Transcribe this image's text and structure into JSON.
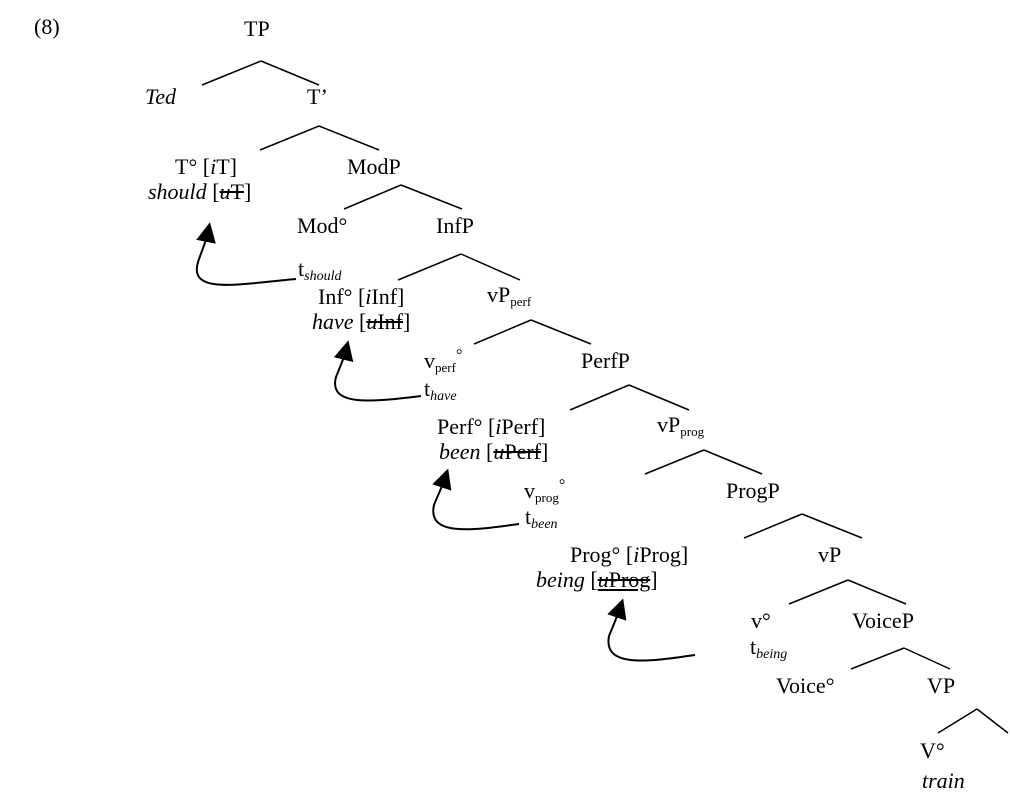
{
  "example_number": "(8)",
  "nodes": {
    "tp": "TP",
    "ted": "Ted",
    "tbar": "T’",
    "t_head": "T° [",
    "t_i": "i",
    "t_feat": "T]",
    "should": "should",
    "should_u": "u",
    "should_ufeat": "T",
    "modp": "ModP",
    "mod_head": "Mod°",
    "infp": "InfP",
    "trace_t": "t",
    "trace_should": "should",
    "inf_head": "Inf° [",
    "inf_i": "i",
    "inf_feat": "Inf]",
    "have": "have",
    "have_u": "u",
    "have_ufeat": "Inf",
    "vp_perf_v": "vP",
    "vp_perf_sub": "perf",
    "v_perf_v": "v",
    "v_perf_sub": "perf",
    "v_perf_deg": "°",
    "trace_have": "have",
    "perfp": "PerfP",
    "perf_head": "Perf° [",
    "perf_i": "i",
    "perf_feat": "Perf]",
    "been": "been",
    "been_u": "u",
    "been_ufeat": "Perf",
    "vp_prog_v": "vP",
    "vp_prog_sub": "prog",
    "v_prog_v": "v",
    "v_prog_sub": "prog",
    "v_prog_deg": "°",
    "trace_been": "been",
    "progp": "ProgP",
    "prog_head": "Prog° [",
    "prog_i": "i",
    "prog_feat": "Prog]",
    "being": "being",
    "being_u": "u",
    "being_ufeat": "Prog",
    "vp": "vP",
    "v_head": "v°",
    "trace_being": "being",
    "voicep": "VoiceP",
    "voice_head": "Voice°",
    "vp_big": "VP",
    "v_big_head": "V°",
    "train": "train"
  }
}
